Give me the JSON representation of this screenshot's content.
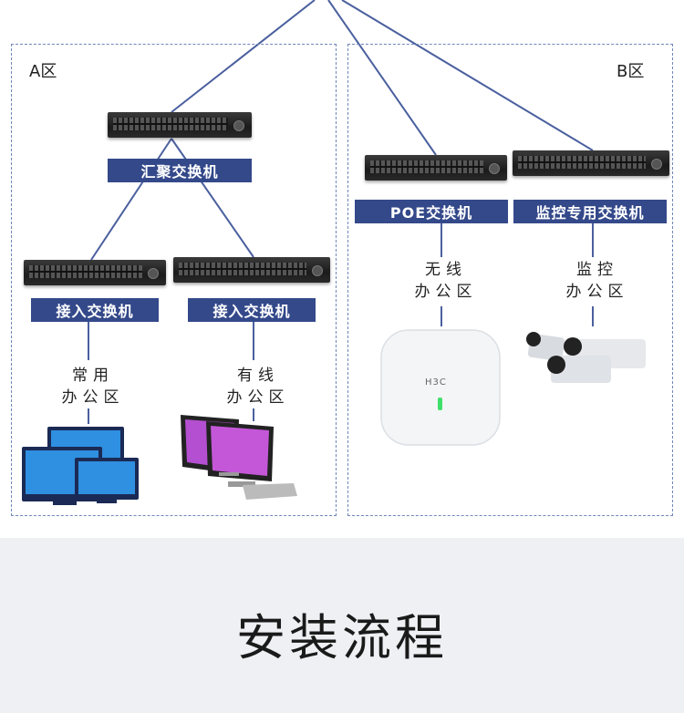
{
  "zones": {
    "a": {
      "label": "A区"
    },
    "b": {
      "label": "B区"
    }
  },
  "switches": {
    "aggregation": "汇聚交换机",
    "access_left": "接入交换机",
    "access_right": "接入交换机",
    "poe": "POE交换机",
    "monitoring": "监控专用交换机"
  },
  "offices": {
    "common": [
      "常用",
      "办公区"
    ],
    "wired": [
      "有线",
      "办公区"
    ],
    "wireless": [
      "无线",
      "办公区"
    ],
    "monitoring": [
      "监控",
      "办公区"
    ]
  },
  "ap_brand": "H3C",
  "footer": {
    "title": "安装流程"
  },
  "colors": {
    "line": "#4a5f9e",
    "label_bg": "#34498a",
    "zone_border": "#6f87b8"
  }
}
